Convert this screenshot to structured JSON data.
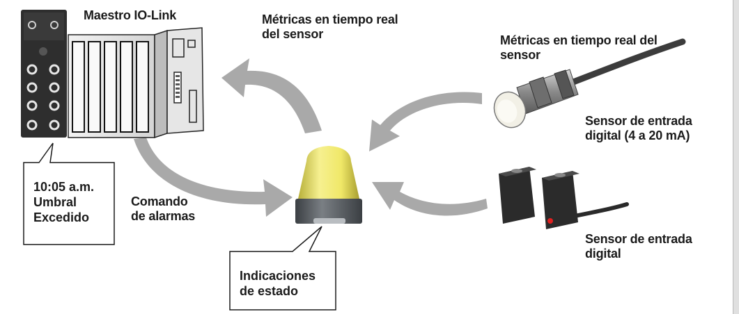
{
  "labels": {
    "io_link_master": "Maestro IO-Link",
    "metrics_top": "Métricas en tiempo real\ndel sensor",
    "metrics_right": "Métricas en tiempo real del\nsensor",
    "analog_sensor": "Sensor de entrada\ndigital (4 a 20 mA)",
    "digital_sensor": "Sensor de entrada\ndigital",
    "alarm_command": "Comando\nde alarmas"
  },
  "callouts": {
    "threshold": "10:05 a.m.\nUmbral\nExcedido",
    "status": "Indicaciones\nde estado"
  },
  "colors": {
    "arrow": "#a9a9a9",
    "text": "#1a1a1a",
    "beacon_yellow": "#f4ec78",
    "beacon_base": "#5f6469",
    "device_dark": "#2e2e2e",
    "led_red": "#e02020"
  }
}
